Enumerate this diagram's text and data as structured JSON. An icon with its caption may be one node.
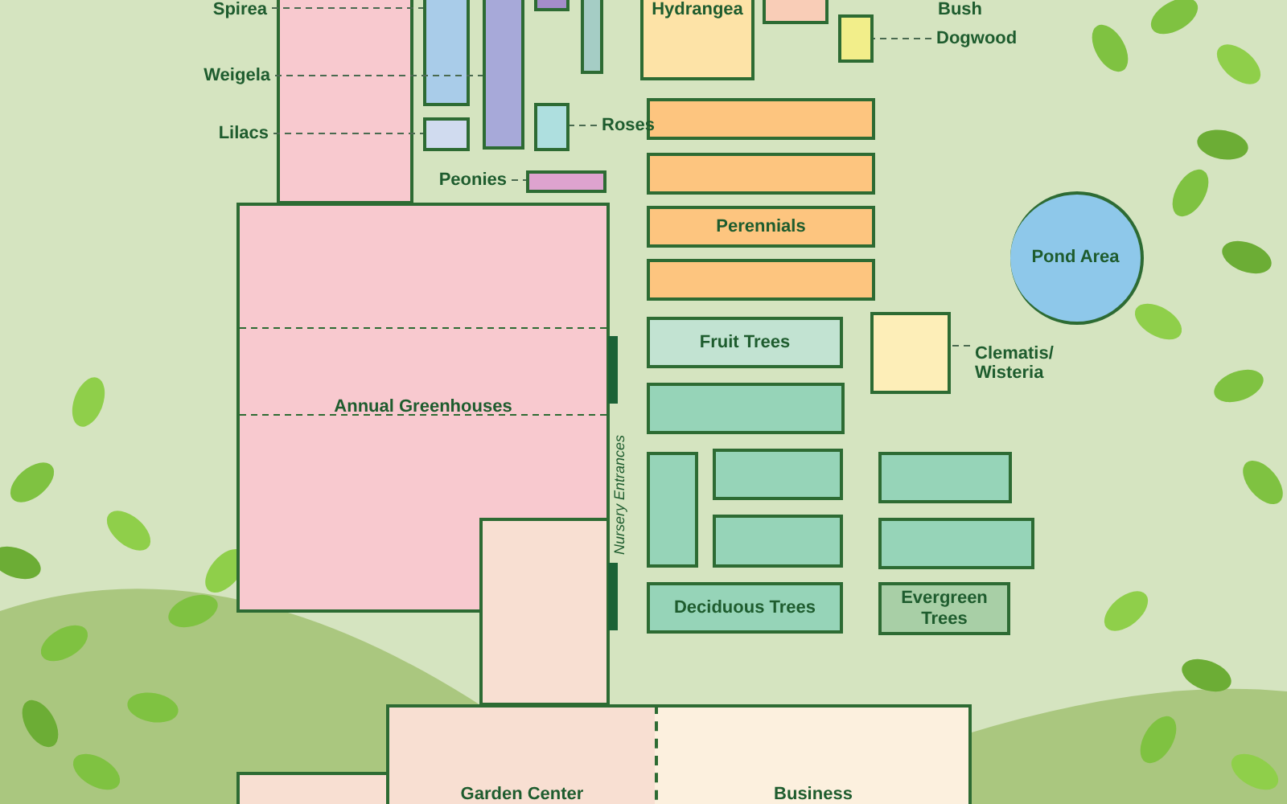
{
  "diagram": {
    "nodes": [
      {
        "text": [
          "Spirea"
        ]
      },
      {
        "text": [],
        "shape": "box"
      },
      {
        "text": [],
        "shape": "box"
      },
      {
        "text": [],
        "shape": "box"
      },
      {
        "text": [],
        "shape": "box"
      },
      {
        "text": [],
        "shape": "box"
      },
      {
        "text": [
          "Hydrangea"
        ]
      },
      {
        "text": [],
        "shape": "box"
      },
      {
        "text": [
          "Weigela"
        ]
      },
      {
        "text": [],
        "shape": "box"
      },
      {
        "text": [
          "Dogwood"
        ]
      },
      {
        "text": [
          "Lilacs"
        ]
      },
      {
        "text": [],
        "shape": "box"
      },
      {
        "text": [],
        "shape": "box"
      },
      {
        "text": [
          "Roses"
        ]
      },
      {
        "text": [
          "Peonies"
        ]
      },
      {
        "text": [],
        "shape": "box"
      },
      {
        "text": [],
        "shape": "box"
      },
      {
        "text": [],
        "shape": "box"
      },
      {
        "text": [
          "Annual Greenhouses"
        ]
      },
      {
        "text": [
          "Perennials"
        ]
      },
      {
        "text": [
          "Pond Area"
        ]
      },
      {
        "text": [],
        "shape": "box"
      },
      {
        "text": [
          "Fruit Trees"
        ]
      },
      {
        "text": [],
        "shape": "box"
      },
      {
        "text": [
          "Clematis/ Wisteria"
        ]
      },
      {
        "text": [],
        "shape": "box"
      },
      {
        "text": [],
        "shape": "box"
      },
      {
        "text": [],
        "shape": "box"
      },
      {
        "text": [],
        "shape": "box"
      },
      {
        "text": [],
        "shape": "box"
      },
      {
        "text": [],
        "shape": "box"
      },
      {
        "text": [],
        "shape": "box"
      },
      {
        "text": [
          "Deciduous Trees"
        ]
      },
      {
        "text": [
          "Evergreen Trees"
        ]
      },
      {
        "text": [
          "Garden Center"
        ]
      },
      {
        "text": [
          "Business"
        ]
      },
      {
        "text": [],
        "shape": "box"
      }
    ],
    "edges": [
      {
        "from": 0,
        "to": 2,
        "arrow": "none",
        "style": "dashed"
      },
      {
        "from": 8,
        "to": 3,
        "arrow": "none",
        "style": "dashed"
      },
      {
        "from": 10,
        "to": 9,
        "arrow": "none",
        "style": "dashed"
      },
      {
        "from": 11,
        "to": 12,
        "arrow": "none",
        "style": "dashed"
      },
      {
        "from": 14,
        "to": 13,
        "arrow": "none",
        "style": "dashed"
      },
      {
        "from": 15,
        "to": 16,
        "arrow": "none",
        "style": "dashed"
      },
      {
        "from": 25,
        "to": 24,
        "arrow": "none",
        "style": "dashed"
      }
    ],
    "labels": [
      "Bush",
      "Nursery Entrances"
    ]
  }
}
